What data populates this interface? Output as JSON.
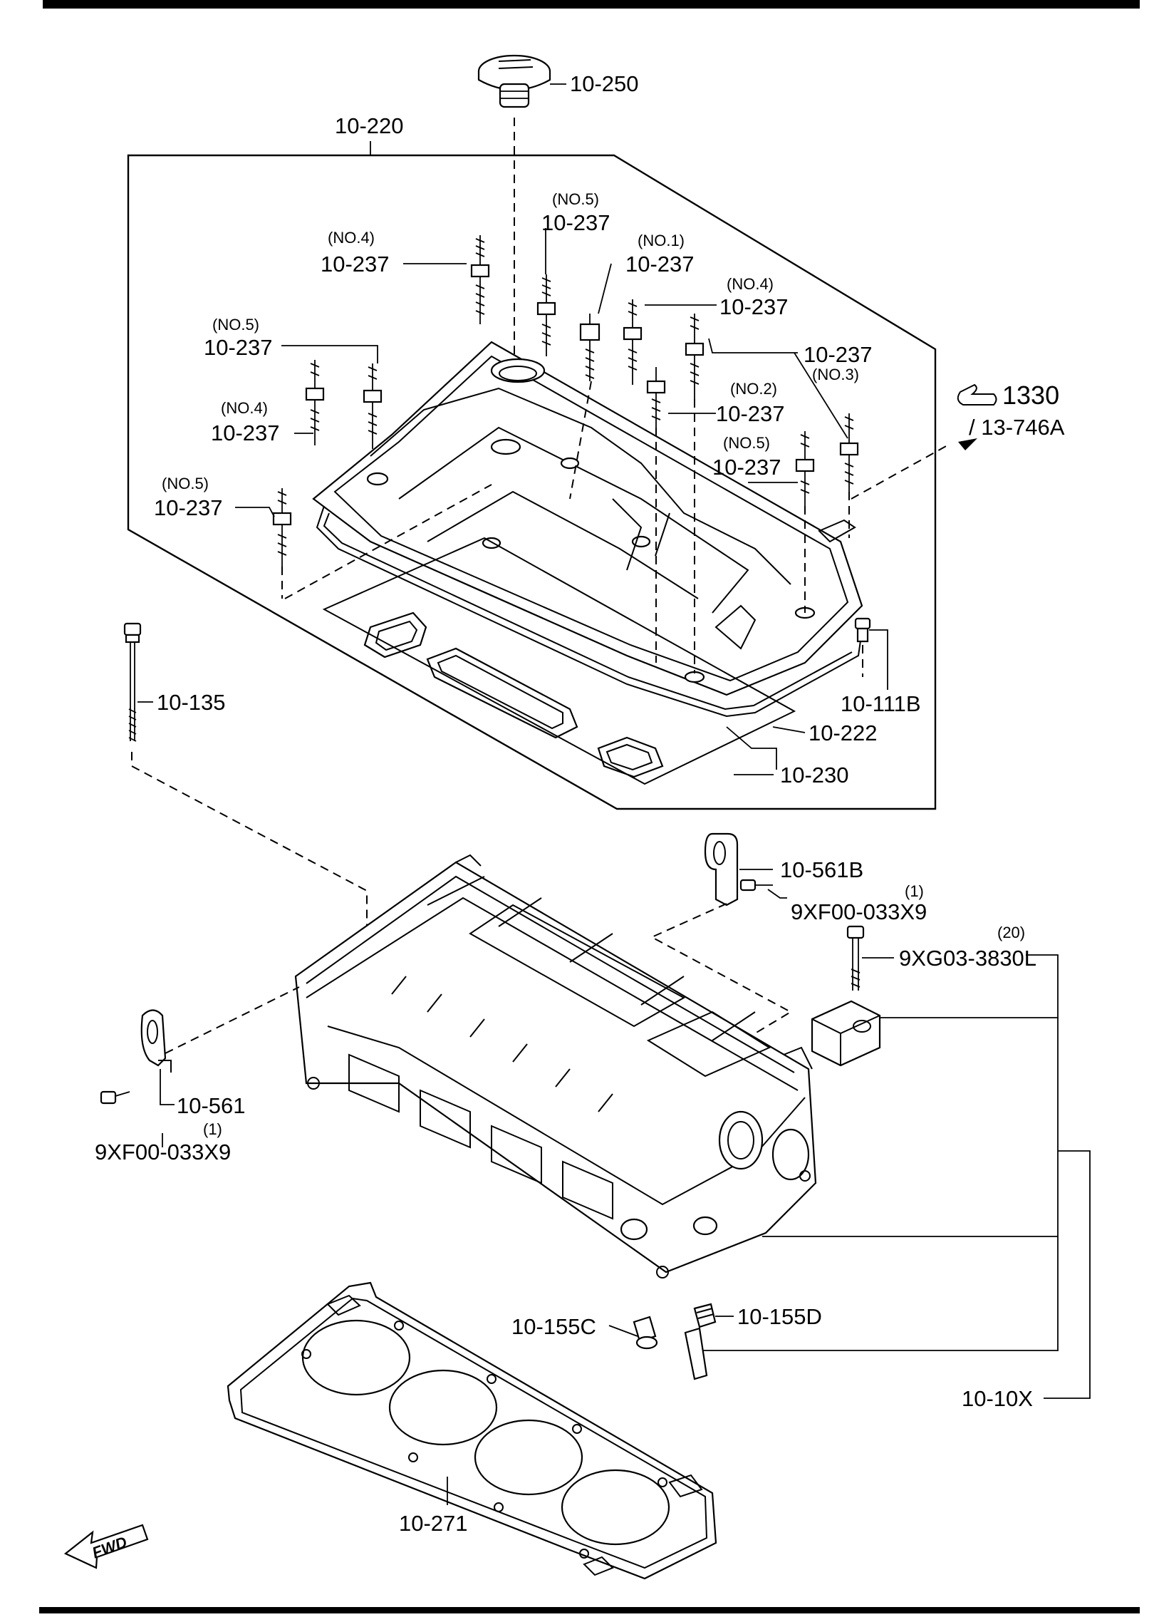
{
  "callouts": {
    "oil_cap": "10-250",
    "cover_assembly": "10-220",
    "stud_no4_a": "10-237",
    "stud_no4_a_note": "(NO.4)",
    "stud_no5_a": "10-237",
    "stud_no5_a_note": "(NO.5)",
    "stud_no1": "10-237",
    "stud_no1_note": "(NO.1)",
    "stud_no4_b": "10-237",
    "stud_no4_b_note": "(NO.4)",
    "stud_no5_b": "10-237",
    "stud_no5_b_note": "(NO.5)",
    "stud_no3": "10-237",
    "stud_no3_note": "(NO.3)",
    "stud_no2": "10-237",
    "stud_no2_note": "(NO.2)",
    "stud_no4_c": "10-237",
    "stud_no4_c_note": "(NO.4)",
    "stud_no5_c": "10-237",
    "stud_no5_c_note": "(NO.5)",
    "stud_no5_d": "10-237",
    "stud_no5_d_note": "(NO.5)",
    "ref_section": "1330",
    "ref_sub": "/ 13-746A",
    "head_bolt": "10-135",
    "bolt_111b": "10-111B",
    "gasket_222": "10-222",
    "gasket_230": "10-230",
    "hanger_561b": "10-561B",
    "bolt_9xf_top": "9XF00-033X9",
    "bolt_9xf_top_qty": "(1)",
    "bolt_9xg": "9XG03-3830L",
    "bolt_9xg_qty": "(20)",
    "hanger_561": "10-561",
    "bolt_9xf_left": "9XF00-033X9",
    "bolt_9xf_left_qty": "(1)",
    "seal_155c": "10-155C",
    "seal_155d": "10-155D",
    "head_assembly": "10-10X",
    "head_gasket": "10-271",
    "fwd": "FWD"
  }
}
